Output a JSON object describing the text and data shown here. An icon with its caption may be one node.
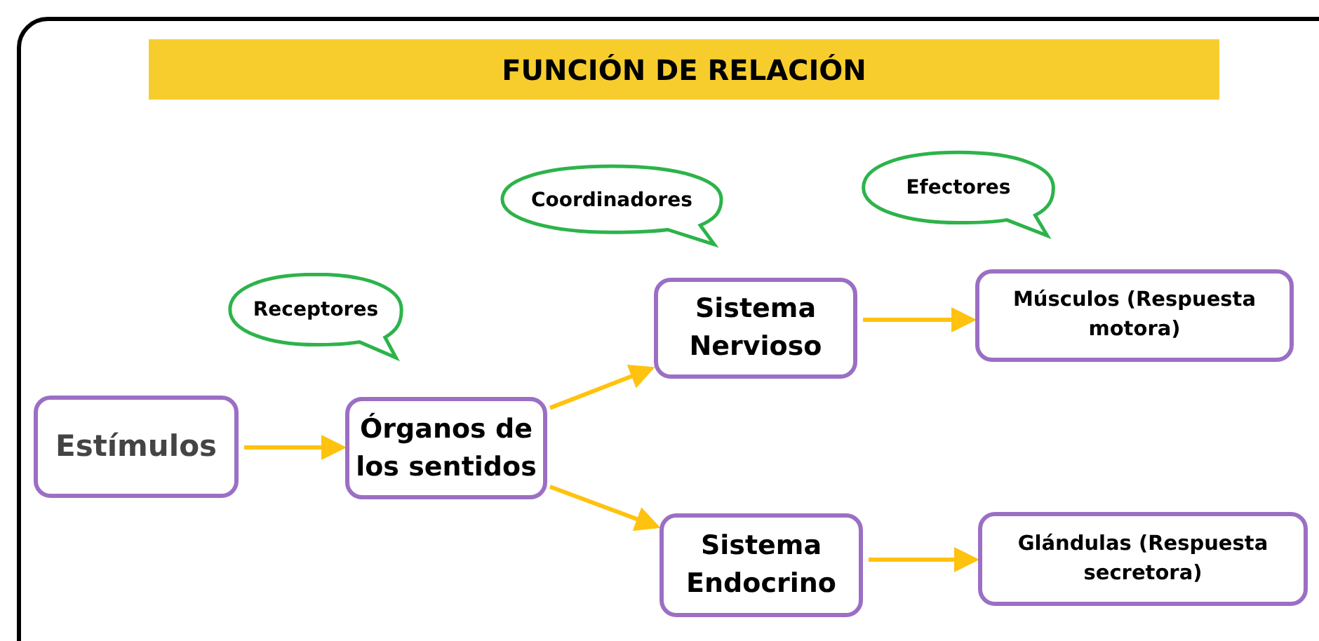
{
  "diagram": {
    "title": "FUNCIÓN DE RELACIÓN",
    "nodes": [
      {
        "text": [
          "Estímulos"
        ]
      },
      {
        "text": [
          "Receptores"
        ]
      },
      {
        "text": [
          "Órganos de los sentidos"
        ]
      },
      {
        "text": [
          "Coordinadores"
        ]
      },
      {
        "text": [
          "Sistema Nervioso"
        ]
      },
      {
        "text": [
          "Sistema Endocrino"
        ]
      },
      {
        "text": [
          "Efectores"
        ]
      },
      {
        "text": [
          "Músculos (Respuesta motora)"
        ]
      },
      {
        "text": [
          "Glándulas (Respuesta secretora)"
        ]
      }
    ],
    "edges": [
      {
        "from": 0,
        "to": 2,
        "arrow": "to"
      },
      {
        "from": 2,
        "to": 4,
        "arrow": "to"
      },
      {
        "from": 2,
        "to": 5,
        "arrow": "to"
      },
      {
        "from": 4,
        "to": 7,
        "arrow": "to"
      },
      {
        "from": 5,
        "to": 8,
        "arrow": "to"
      }
    ]
  }
}
